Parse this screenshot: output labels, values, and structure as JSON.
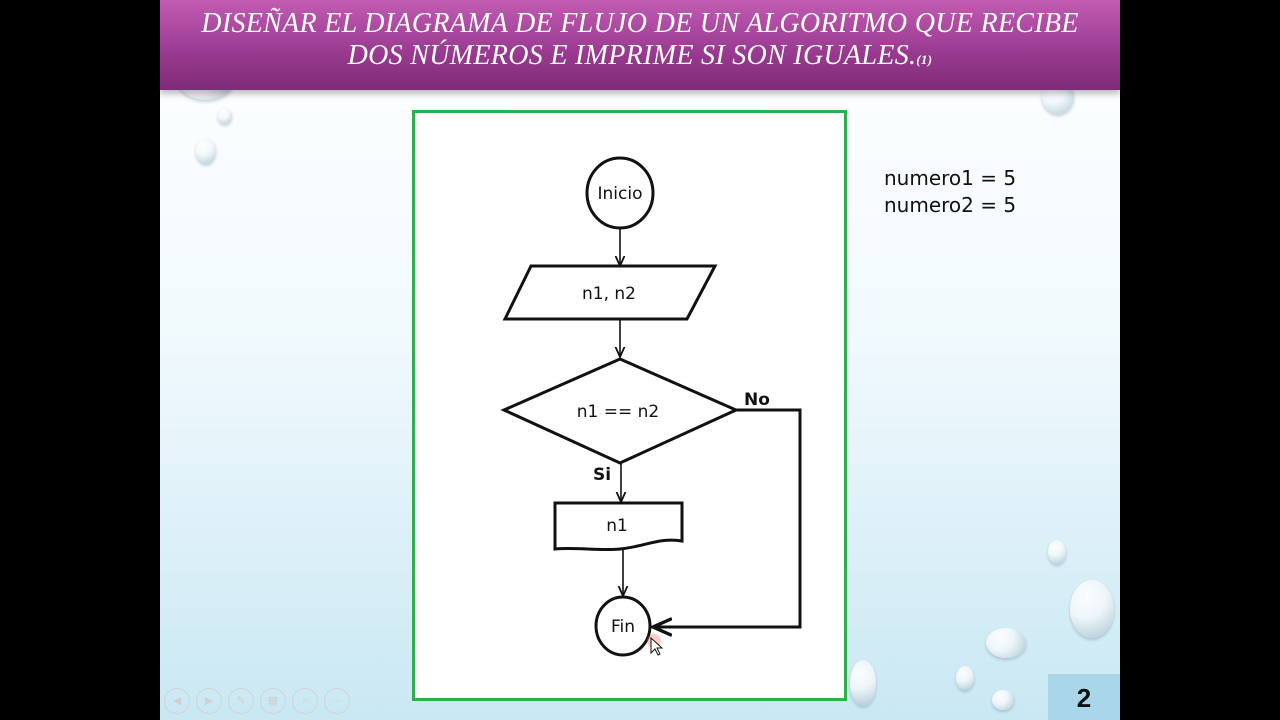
{
  "title": {
    "line1": "DISEÑAR EL DIAGRAMA DE FLUJO DE UN ALGORITMO QUE RECIBE",
    "line2": "DOS NÚMEROS E IMPRIME SI SON IGUALES.",
    "note": "(1)"
  },
  "flowchart": {
    "start": "Inicio",
    "input": "n1, n2",
    "decision": "n1 == n2",
    "yes_label": "Si",
    "no_label": "No",
    "output": "n1",
    "end": "Fin"
  },
  "variables": [
    "numero1 = 5",
    "numero2 = 5"
  ],
  "page_number": "2",
  "colors": {
    "title_bar": "#9b3c92",
    "frame_border": "#2fae4e",
    "page_box": "#a9d6e8"
  }
}
